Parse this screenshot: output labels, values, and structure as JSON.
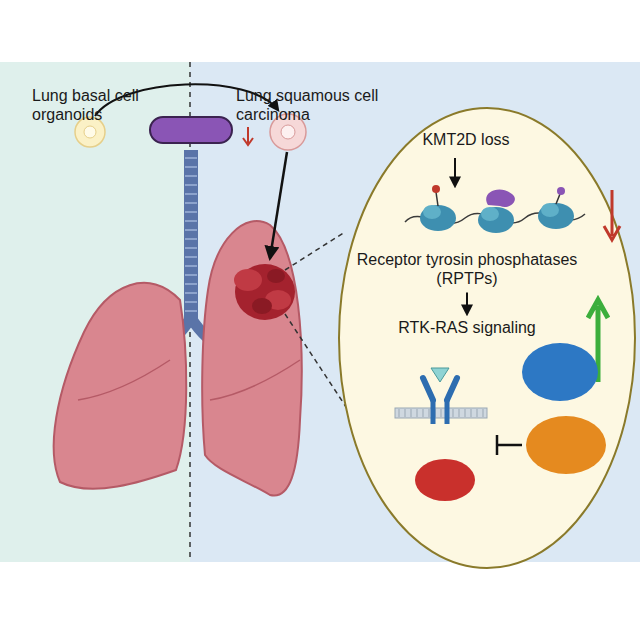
{
  "diagram": {
    "nodes": [
      {
        "text": [
          "KMT2D loss"
        ]
      },
      {
        "text": [
          "Receptor tyrosin phosphatases (RPTPs)"
        ]
      },
      {
        "text": [
          "RTK-RAS signaling"
        ]
      }
    ],
    "edges": [
      {
        "from": 1,
        "to": 2,
        "arrow": "to"
      }
    ],
    "labels": [
      "Lung basal cell organoids",
      "Lung squamous cell carcinoma"
    ]
  }
}
